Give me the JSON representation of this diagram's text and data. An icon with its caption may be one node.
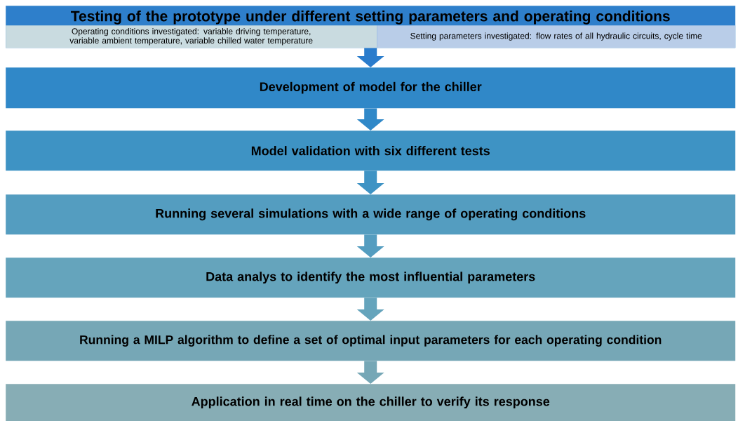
{
  "diagram": {
    "nodes": [
      {
        "text": [
          "Testing of the prototype under different setting parameters and operating conditions"
        ]
      },
      {
        "text": [
          "Operating conditions investigated: variable driving temperature, variable ambient temperature, variable chilled water temperature"
        ],
        "in": 0
      },
      {
        "text": [
          "Setting parameters investigated: flow rates of all hydraulic circuits, cycle time"
        ],
        "in": 0
      },
      {
        "text": [
          "Development of model for the chiller"
        ]
      },
      {
        "text": [
          "Model validation with six different tests"
        ]
      },
      {
        "text": [
          "Running several simulations with a wide range of operating conditions"
        ]
      },
      {
        "text": [
          "Data analys to identify the most influential parameters"
        ]
      },
      {
        "text": [
          "Running a MILP algorithm to define a set of optimal input parameters for each operating condition"
        ]
      },
      {
        "text": [
          "Application in real time on the chiller to verify its response"
        ]
      }
    ],
    "edges": [
      {
        "from": 0,
        "to": 3,
        "arrow": "to"
      },
      {
        "from": 3,
        "to": 4,
        "arrow": "to"
      },
      {
        "from": 4,
        "to": 5,
        "arrow": "to"
      },
      {
        "from": 5,
        "to": 6,
        "arrow": "to"
      },
      {
        "from": 6,
        "to": 7,
        "arrow": "to"
      },
      {
        "from": 7,
        "to": 8,
        "arrow": "to"
      }
    ]
  }
}
